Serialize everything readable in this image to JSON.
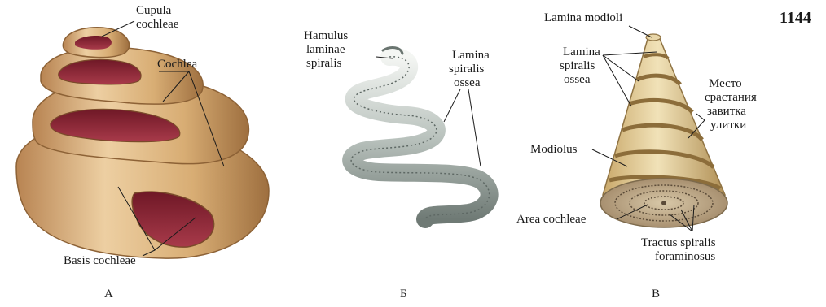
{
  "page_number": "1144",
  "panels": [
    {
      "letter": "А",
      "labels": {
        "cupula_1": "Cupula",
        "cupula_2": "cochleae",
        "cochlea": "Cochlea",
        "basis": "Basis cochleae"
      }
    },
    {
      "letter": "Б",
      "labels": {
        "hamulus_1": "Hamulus",
        "hamulus_2": "laminae",
        "hamulus_3": "spiralis",
        "lamina_1": "Lamina",
        "lamina_2": "spiralis",
        "lamina_3": "ossea"
      }
    },
    {
      "letter": "В",
      "labels": {
        "modioli": "Lamina modioli",
        "lamina_1": "Lamina",
        "lamina_2": "spiralis",
        "lamina_3": "ossea",
        "mesto_1": "Место",
        "mesto_2": "срастания",
        "mesto_3": "завитка",
        "mesto_4": "улитки",
        "modiolus": "Modiolus",
        "area": "Area cochleae",
        "tractus_1": "Tractus spiralis",
        "tractus_2": "foraminosus"
      }
    }
  ],
  "colors": {
    "shell_light": "#e8c89a",
    "shell_mid": "#d6aa72",
    "shell_dark": "#a77a48",
    "interior": "#8e2a3a",
    "ribbon_light": "#e7ebe6",
    "ribbon_dark": "#7f8b86",
    "bone_light": "#ecd9a7",
    "bone_dark": "#b8995d"
  }
}
